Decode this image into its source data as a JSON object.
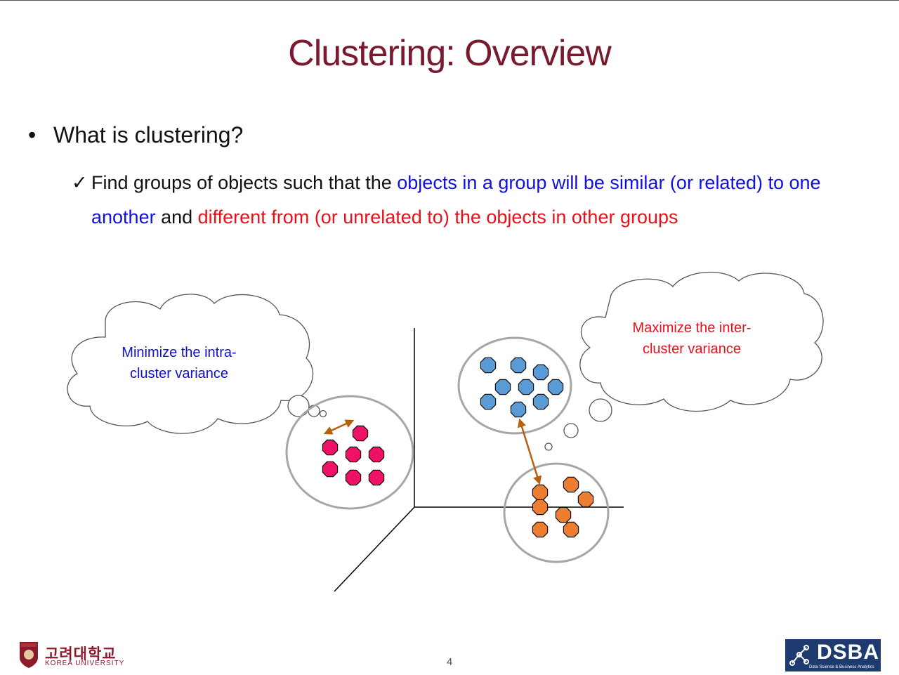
{
  "slide": {
    "title": "Clustering: Overview",
    "bullet_marker": "•",
    "bullet": "What is clustering?",
    "check_marker": "✓",
    "sub_part1": "Find groups of objects such that the ",
    "sub_blue": "objects in a group will be similar (or related) to one another",
    "sub_part2": " and ",
    "sub_red": "different from (or unrelated to) the objects in other groups"
  },
  "diagram": {
    "left_thought_line1": "Minimize the intra-",
    "left_thought_line2": "cluster variance",
    "right_thought_line1": "Maximize the inter-",
    "right_thought_line2": "cluster variance",
    "colors": {
      "pink_cluster": "#ee1166",
      "blue_cluster": "#5b9bd5",
      "orange_cluster": "#ed7d31",
      "arrow": "#b8600c",
      "cluster_outline": "#a6a6a6"
    }
  },
  "footer": {
    "university_korean": "고려대학교",
    "university_english": "KOREA UNIVERSITY",
    "page_number": "4",
    "lab_logo": "DSBA",
    "lab_logo_sub": "Data Science & Business Analytics"
  }
}
